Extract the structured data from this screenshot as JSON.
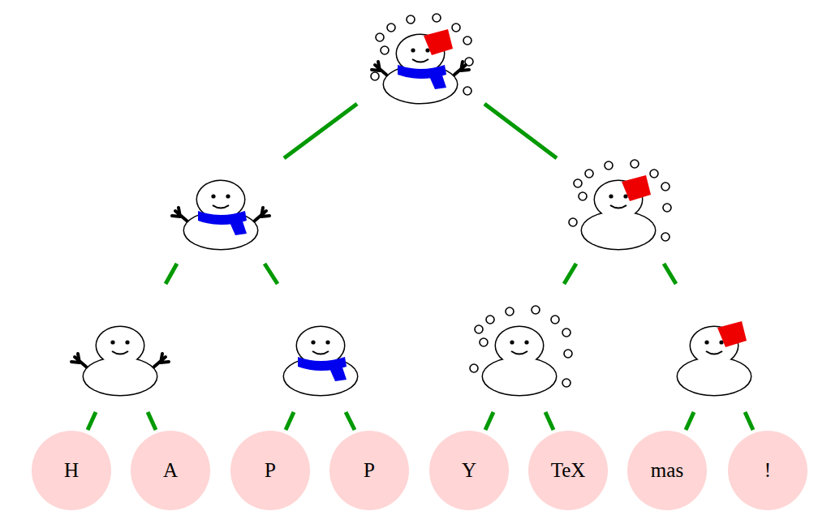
{
  "diagram": {
    "nodes": [
      {
        "text": [
          "H"
        ]
      },
      {
        "text": [
          "A"
        ]
      },
      {
        "text": [
          "P"
        ]
      },
      {
        "text": [
          "P"
        ]
      },
      {
        "text": [
          "Y"
        ]
      },
      {
        "text": [
          "TeX"
        ]
      },
      {
        "text": [
          "mas"
        ]
      },
      {
        "text": [
          "!"
        ]
      }
    ]
  }
}
